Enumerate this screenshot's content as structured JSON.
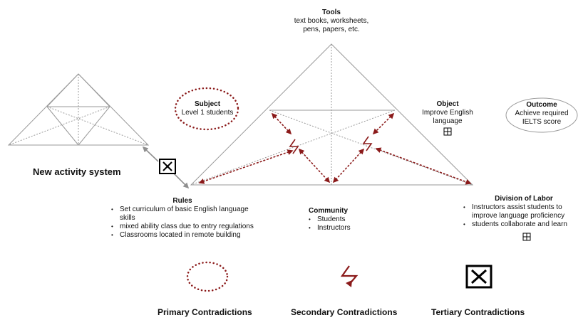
{
  "colors": {
    "contradiction": "#8b1a1a",
    "line": "#9a9a9a",
    "gray_arrow": "#8f8f8f",
    "text": "#111111"
  },
  "new_system": {
    "label": "New activity system"
  },
  "tools": {
    "title": "Tools",
    "lines": [
      "text books, worksheets,",
      "pens, papers, etc."
    ]
  },
  "subject": {
    "title": "Subject",
    "text": "Level 1 students"
  },
  "object": {
    "title": "Object",
    "lines": [
      "Improve English",
      "language"
    ],
    "icon": "plus-box-icon"
  },
  "outcome": {
    "title": "Outcome",
    "lines": [
      "Achieve required",
      "IELTS score"
    ]
  },
  "rules": {
    "title": "Rules",
    "items": [
      "Set curriculum of basic English language skills",
      "mixed ability class due to entry regulations",
      "Classrooms located in remote building"
    ]
  },
  "community": {
    "title": "Community",
    "items": [
      "Students",
      "Instructors"
    ]
  },
  "division": {
    "title": "Division of Labor",
    "items": [
      "Instructors assist students to improve language proficiency",
      "students collaborate and learn"
    ],
    "icon": "plus-box-icon"
  },
  "legend": {
    "primary": "Primary Contradictions",
    "secondary": "Secondary Contradictions",
    "tertiary": "Tertiary Contradictions"
  }
}
